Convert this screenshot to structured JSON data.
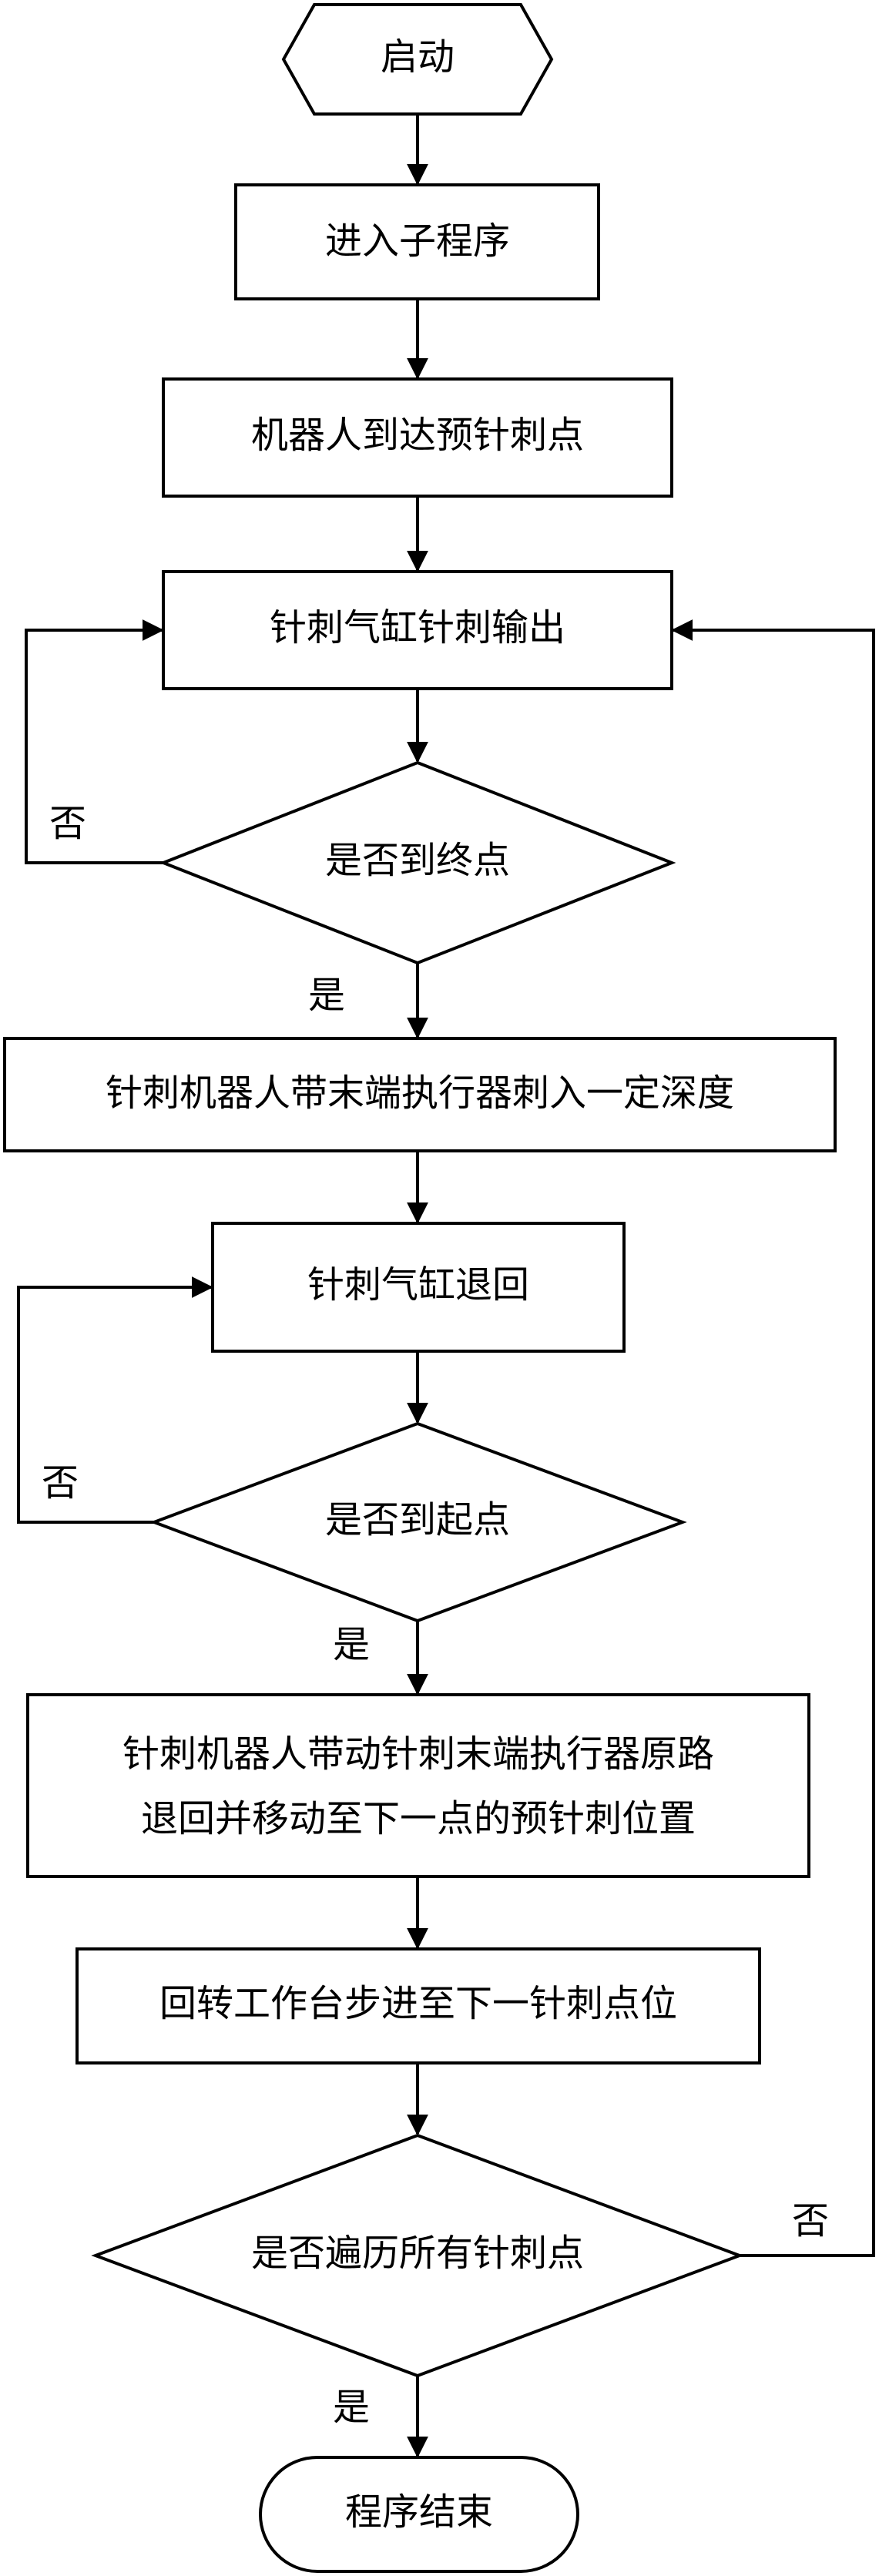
{
  "flowchart": {
    "start": "启动",
    "enter_subprogram": "进入子程序",
    "robot_reach_pre_point": "机器人到达预针刺点",
    "cylinder_output": "针刺气缸针刺输出",
    "check_endpoint": "是否到终点",
    "robot_insert": "针刺机器人带末端执行器刺入一定深度",
    "cylinder_retract": "针刺气缸退回",
    "check_startpoint": "是否到起点",
    "robot_return_line1": "针刺机器人带动针刺末端执行器原路",
    "robot_return_line2": "退回并移动至下一点的预针刺位置",
    "turntable_step": "回转工作台步进至下一针刺点位",
    "check_all_points": "是否遍历所有针刺点",
    "end": "程序结束",
    "yes": "是",
    "no": "否"
  }
}
